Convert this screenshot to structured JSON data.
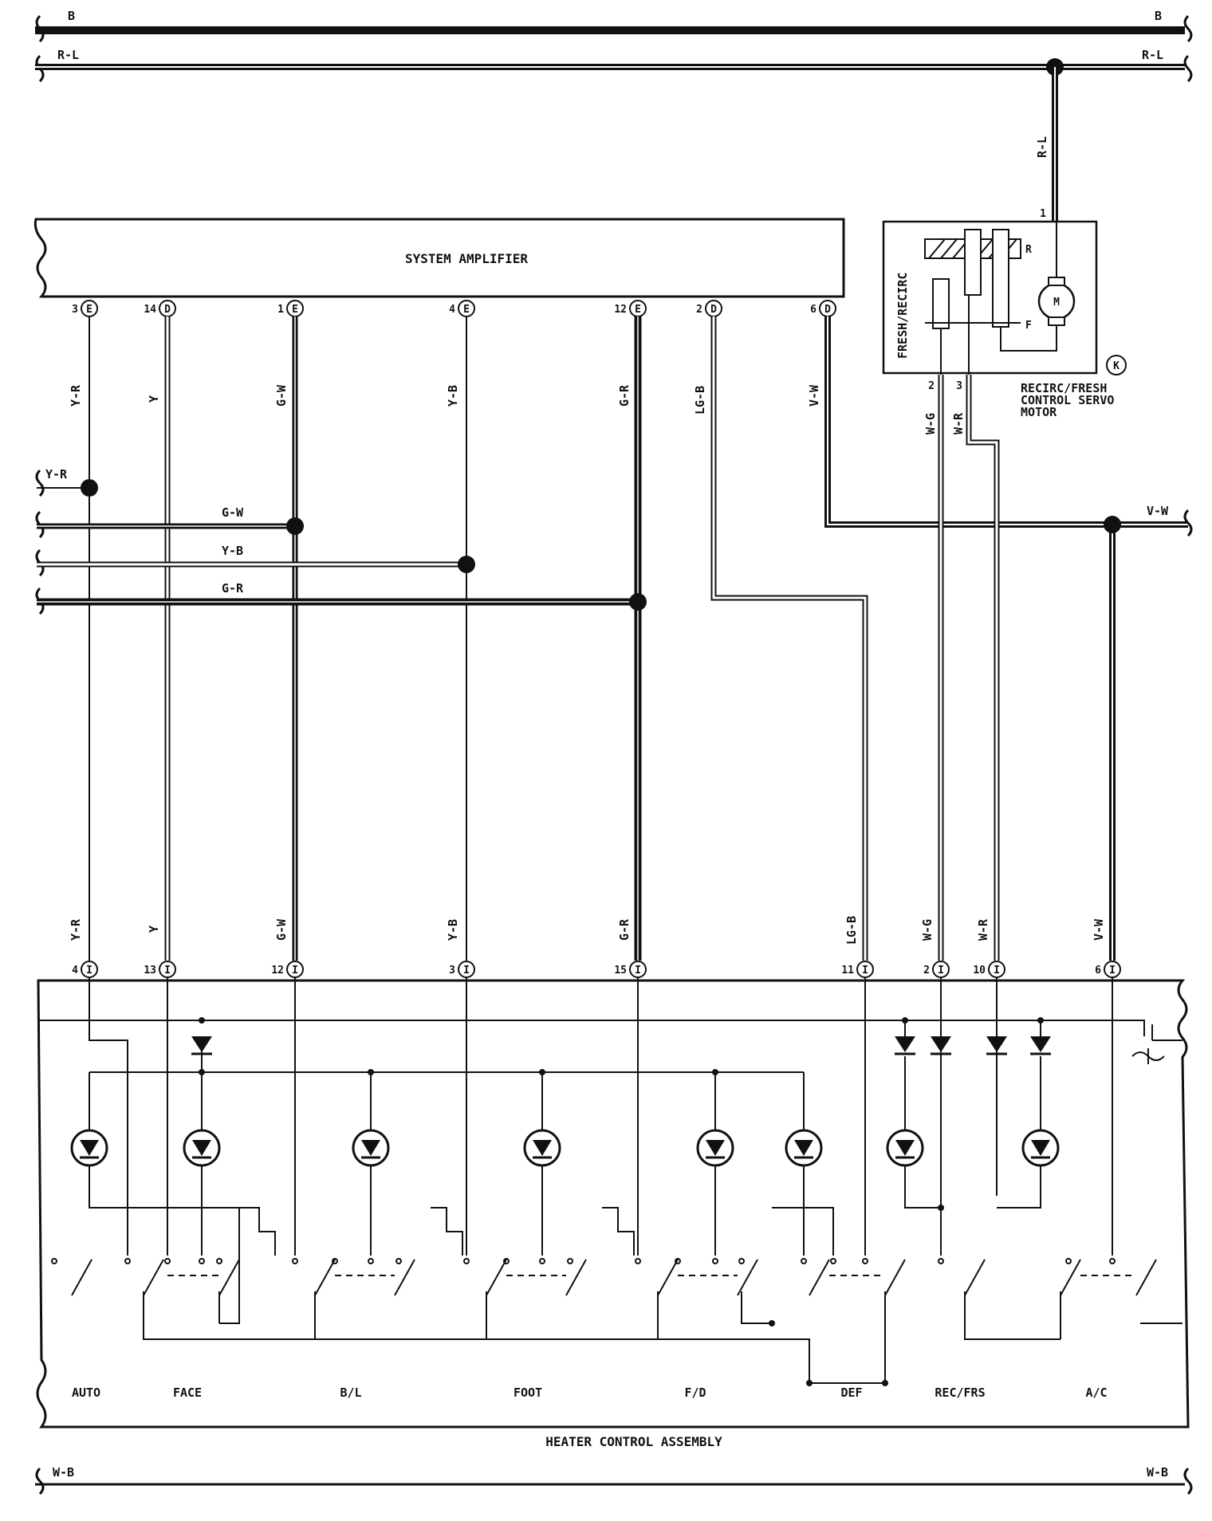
{
  "buses": {
    "top_b": "B",
    "top_rl": "R-L",
    "bottom_wb": "W-B"
  },
  "amplifier": {
    "title": "SYSTEM AMPLIFIER",
    "pins": [
      {
        "num": "3",
        "conn": "E"
      },
      {
        "num": "14",
        "conn": "D"
      },
      {
        "num": "1",
        "conn": "E"
      },
      {
        "num": "4",
        "conn": "E"
      },
      {
        "num": "12",
        "conn": "E"
      },
      {
        "num": "2",
        "conn": "D"
      },
      {
        "num": "6",
        "conn": "D"
      }
    ]
  },
  "wires_upper": [
    "Y-R",
    "Y",
    "G-W",
    "Y-B",
    "G-R",
    "LG-B",
    "V-W"
  ],
  "wires_lower": [
    "Y-R",
    "Y",
    "G-W",
    "Y-B",
    "G-R",
    "LG-B",
    "W-G",
    "W-R",
    "V-W"
  ],
  "side_wires": {
    "yr": "Y-R",
    "gw": "G-W",
    "yb": "Y-B",
    "gr": "G-R",
    "vw_right": "V-W"
  },
  "servo": {
    "vert_label": "FRESH/RECIRC",
    "r": "R",
    "f": "F",
    "m": "M",
    "pin_top": "1",
    "pin_wg": "2",
    "pin_wr": "3",
    "wire_rl": "R-L",
    "wire_wg": "W-G",
    "wire_wr": "W-R",
    "connector": "K",
    "caption_lines": [
      "RECIRC/FRESH",
      "CONTROL SERVO",
      "MOTOR"
    ]
  },
  "heater": {
    "title": "HEATER CONTROL ASSEMBLY",
    "pins": [
      {
        "num": "4",
        "conn": "I"
      },
      {
        "num": "13",
        "conn": "I"
      },
      {
        "num": "12",
        "conn": "I"
      },
      {
        "num": "3",
        "conn": "I"
      },
      {
        "num": "15",
        "conn": "I"
      },
      {
        "num": "11",
        "conn": "I"
      },
      {
        "num": "2",
        "conn": "I"
      },
      {
        "num": "10",
        "conn": "I"
      },
      {
        "num": "6",
        "conn": "I"
      }
    ],
    "switch_labels": [
      "AUTO",
      "FACE",
      "B/L",
      "FOOT",
      "F/D",
      "DEF",
      "REC/FRS",
      "A/C"
    ]
  },
  "colors": {
    "ink": "#111111",
    "paper": "#ffffff"
  }
}
